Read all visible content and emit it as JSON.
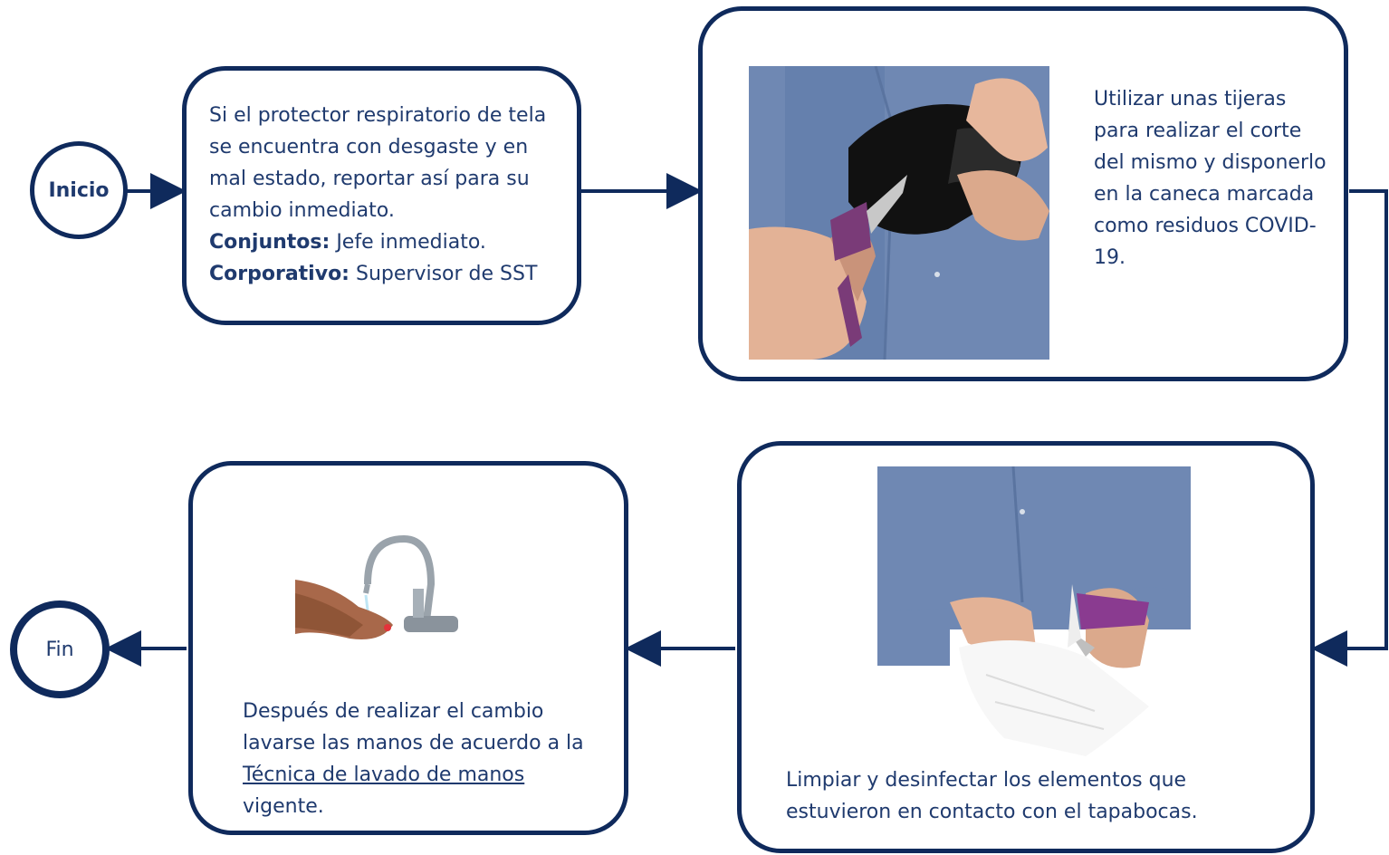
{
  "start": {
    "label": "Inicio"
  },
  "end": {
    "label": "Fin"
  },
  "steps": [
    {
      "text": "Si el protector respiratorio de tela se encuentra con desgaste y en mal estado, reportar así para su cambio inmediato.",
      "lines": [
        {
          "label": "Conjuntos:",
          "value": "Jefe inmediato."
        },
        {
          "label": "Corporativo:",
          "value": "Supervisor de SST"
        }
      ]
    },
    {
      "text": "Utilizar unas tijeras para realizar el corte del mismo y disponerlo en la caneca marcada como residuos COVID-19.",
      "image": "hands-cutting-mask-with-scissors"
    },
    {
      "text": "Limpiar y desinfectar los elementos que estuvieron  en contacto con el tapabocas.",
      "image": "hands-cleaning-scissors-with-paper-towel"
    },
    {
      "text_before": "Después de realizar el cambio lavarse las manos de acuerdo a la ",
      "link": "Técnica de lavado de manos",
      "text_after": " vigente.",
      "image": "hands-washing-under-faucet"
    }
  ],
  "colors": {
    "border": "#0f2a5c",
    "text": "#1f3a6e",
    "shirt": "#6f88b3"
  }
}
